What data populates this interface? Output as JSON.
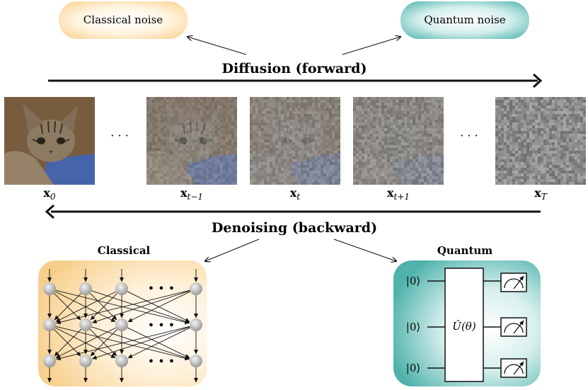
{
  "top": {
    "classical_noise": "Classical noise",
    "quantum_noise": "Quantum noise",
    "forward_label": "Diffusion (forward)",
    "backward_label": "Denoising (backward)"
  },
  "frames": [
    {
      "base": "x",
      "sub": "0",
      "noise": 0.0
    },
    {
      "base": "x",
      "sub": "t−1",
      "noise": 0.25
    },
    {
      "base": "x",
      "sub": "t",
      "noise": 0.45
    },
    {
      "base": "x",
      "sub": "t+1",
      "noise": 0.6
    },
    {
      "base": "x",
      "sub": "T",
      "noise": 1.0
    }
  ],
  "ellipsis": "· · ·",
  "classical": {
    "title": "Classical",
    "dots": "• • •"
  },
  "quantum": {
    "title": "Quantum",
    "kets": [
      "|0⟩",
      "|0⟩",
      "|0⟩"
    ],
    "unitary": "Û(θ)"
  },
  "colors": {
    "classical_fill": "#fbd9a0",
    "quantum_fill": "#5fbdb6",
    "arrow": "#111111",
    "node": "#b9b9b9"
  }
}
